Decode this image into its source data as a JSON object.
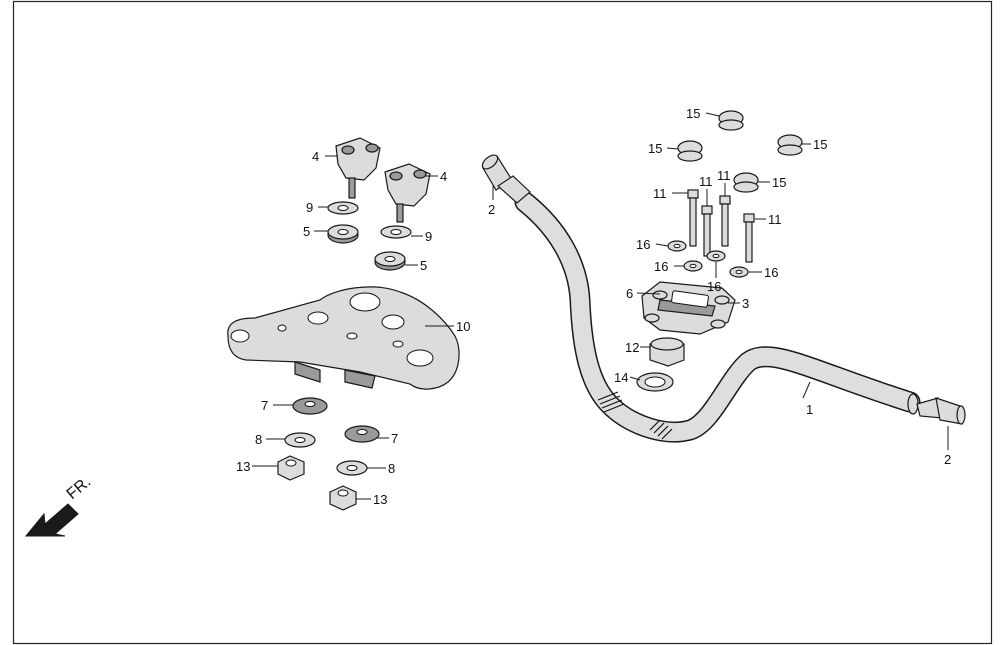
{
  "direction_label": "FR.",
  "parts": [
    {
      "id": "p1",
      "number": "1"
    },
    {
      "id": "p2a",
      "number": "2"
    },
    {
      "id": "p2b",
      "number": "2"
    },
    {
      "id": "p3",
      "number": "3"
    },
    {
      "id": "p4a",
      "number": "4"
    },
    {
      "id": "p4b",
      "number": "4"
    },
    {
      "id": "p5a",
      "number": "5"
    },
    {
      "id": "p5b",
      "number": "5"
    },
    {
      "id": "p6",
      "number": "6"
    },
    {
      "id": "p7a",
      "number": "7"
    },
    {
      "id": "p7b",
      "number": "7"
    },
    {
      "id": "p8a",
      "number": "8"
    },
    {
      "id": "p8b",
      "number": "8"
    },
    {
      "id": "p9a",
      "number": "9"
    },
    {
      "id": "p9b",
      "number": "9"
    },
    {
      "id": "p10",
      "number": "10"
    },
    {
      "id": "p11a",
      "number": "11"
    },
    {
      "id": "p11b",
      "number": "11"
    },
    {
      "id": "p11c",
      "number": "11"
    },
    {
      "id": "p11d",
      "number": "11"
    },
    {
      "id": "p12",
      "number": "12"
    },
    {
      "id": "p13a",
      "number": "13"
    },
    {
      "id": "p13b",
      "number": "13"
    },
    {
      "id": "p14",
      "number": "14"
    },
    {
      "id": "p15a",
      "number": "15"
    },
    {
      "id": "p15b",
      "number": "15"
    },
    {
      "id": "p15c",
      "number": "15"
    },
    {
      "id": "p15d",
      "number": "15"
    },
    {
      "id": "p16a",
      "number": "16"
    },
    {
      "id": "p16b",
      "number": "16"
    },
    {
      "id": "p16c",
      "number": "16"
    },
    {
      "id": "p16d",
      "number": "16"
    }
  ]
}
